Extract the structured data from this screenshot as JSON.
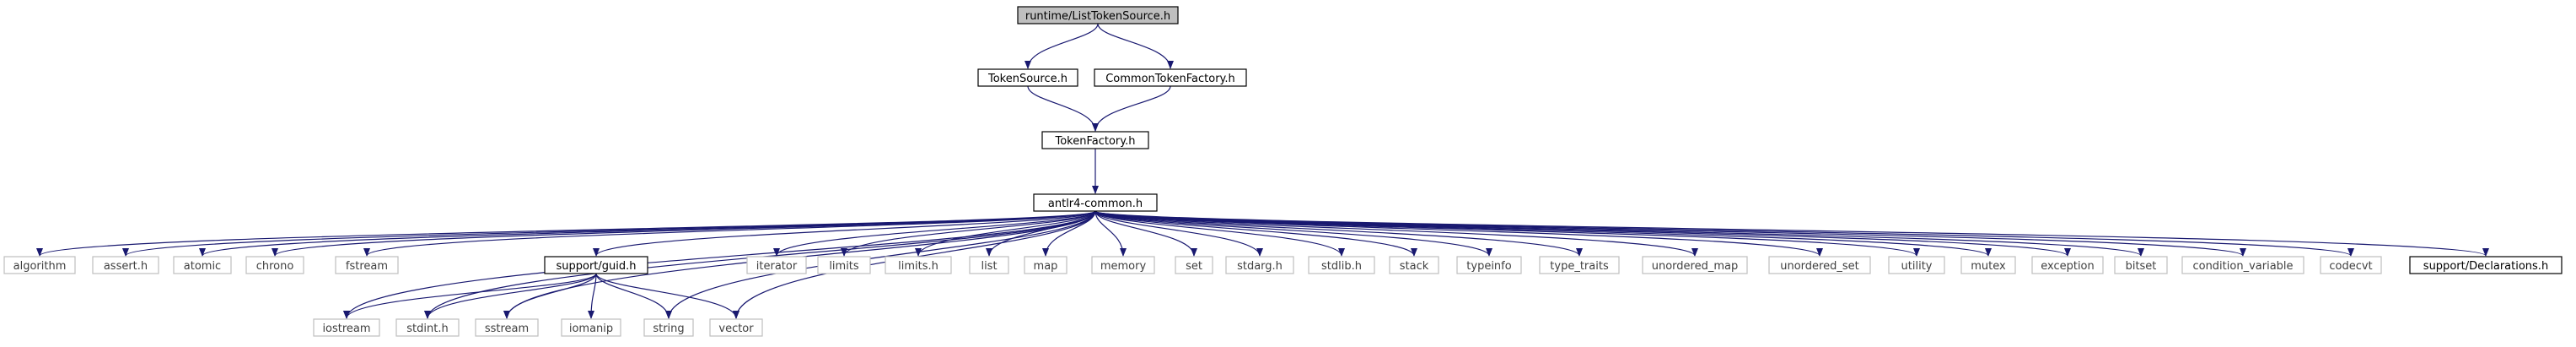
{
  "colors": {
    "edge": "#191970",
    "root_fill": "#bfbfbf",
    "local_border": "#000000",
    "system_border": "#bfbfbf",
    "system_text": "#404040"
  },
  "nodes": [
    {
      "id": "root",
      "label": "runtime/ListTokenSource.h",
      "kind": "root"
    },
    {
      "id": "tokensource",
      "label": "TokenSource.h",
      "kind": "local"
    },
    {
      "id": "commontokenfactory",
      "label": "CommonTokenFactory.h",
      "kind": "local"
    },
    {
      "id": "tokenfactory",
      "label": "TokenFactory.h",
      "kind": "local"
    },
    {
      "id": "antlr4common",
      "label": "antlr4-common.h",
      "kind": "local"
    },
    {
      "id": "algorithm",
      "label": "algorithm",
      "kind": "system"
    },
    {
      "id": "assert",
      "label": "assert.h",
      "kind": "system"
    },
    {
      "id": "atomic",
      "label": "atomic",
      "kind": "system"
    },
    {
      "id": "chrono",
      "label": "chrono",
      "kind": "system"
    },
    {
      "id": "fstream",
      "label": "fstream",
      "kind": "system"
    },
    {
      "id": "guid",
      "label": "support/guid.h",
      "kind": "local"
    },
    {
      "id": "iterator",
      "label": "iterator",
      "kind": "system"
    },
    {
      "id": "limits",
      "label": "limits",
      "kind": "system"
    },
    {
      "id": "limitsh",
      "label": "limits.h",
      "kind": "system"
    },
    {
      "id": "list",
      "label": "list",
      "kind": "system"
    },
    {
      "id": "map",
      "label": "map",
      "kind": "system"
    },
    {
      "id": "memory",
      "label": "memory",
      "kind": "system"
    },
    {
      "id": "set",
      "label": "set",
      "kind": "system"
    },
    {
      "id": "stdarg",
      "label": "stdarg.h",
      "kind": "system"
    },
    {
      "id": "stdlib",
      "label": "stdlib.h",
      "kind": "system"
    },
    {
      "id": "stack",
      "label": "stack",
      "kind": "system"
    },
    {
      "id": "typeinfo",
      "label": "typeinfo",
      "kind": "system"
    },
    {
      "id": "type_traits",
      "label": "type_traits",
      "kind": "system"
    },
    {
      "id": "unordered_map",
      "label": "unordered_map",
      "kind": "system"
    },
    {
      "id": "unordered_set",
      "label": "unordered_set",
      "kind": "system"
    },
    {
      "id": "utility",
      "label": "utility",
      "kind": "system"
    },
    {
      "id": "mutex",
      "label": "mutex",
      "kind": "system"
    },
    {
      "id": "exception",
      "label": "exception",
      "kind": "system"
    },
    {
      "id": "bitset",
      "label": "bitset",
      "kind": "system"
    },
    {
      "id": "condition_variable",
      "label": "condition_variable",
      "kind": "system"
    },
    {
      "id": "codecvt",
      "label": "codecvt",
      "kind": "system"
    },
    {
      "id": "declarations",
      "label": "support/Declarations.h",
      "kind": "local"
    },
    {
      "id": "iostream",
      "label": "iostream",
      "kind": "system"
    },
    {
      "id": "stdint",
      "label": "stdint.h",
      "kind": "system"
    },
    {
      "id": "sstream",
      "label": "sstream",
      "kind": "system"
    },
    {
      "id": "iomanip",
      "label": "iomanip",
      "kind": "system"
    },
    {
      "id": "string",
      "label": "string",
      "kind": "system"
    },
    {
      "id": "vector",
      "label": "vector",
      "kind": "system"
    }
  ],
  "edges": [
    {
      "from": "root",
      "to": "tokensource"
    },
    {
      "from": "root",
      "to": "commontokenfactory"
    },
    {
      "from": "tokensource",
      "to": "tokenfactory"
    },
    {
      "from": "commontokenfactory",
      "to": "tokenfactory"
    },
    {
      "from": "tokenfactory",
      "to": "antlr4common"
    },
    {
      "from": "antlr4common",
      "to": "algorithm"
    },
    {
      "from": "antlr4common",
      "to": "assert"
    },
    {
      "from": "antlr4common",
      "to": "atomic"
    },
    {
      "from": "antlr4common",
      "to": "chrono"
    },
    {
      "from": "antlr4common",
      "to": "fstream"
    },
    {
      "from": "antlr4common",
      "to": "iostream"
    },
    {
      "from": "antlr4common",
      "to": "stdint"
    },
    {
      "from": "antlr4common",
      "to": "sstream"
    },
    {
      "from": "antlr4common",
      "to": "guid"
    },
    {
      "from": "antlr4common",
      "to": "string"
    },
    {
      "from": "antlr4common",
      "to": "vector"
    },
    {
      "from": "antlr4common",
      "to": "iterator"
    },
    {
      "from": "antlr4common",
      "to": "limits"
    },
    {
      "from": "antlr4common",
      "to": "limitsh"
    },
    {
      "from": "antlr4common",
      "to": "list"
    },
    {
      "from": "antlr4common",
      "to": "map"
    },
    {
      "from": "antlr4common",
      "to": "memory"
    },
    {
      "from": "antlr4common",
      "to": "set"
    },
    {
      "from": "antlr4common",
      "to": "stdarg"
    },
    {
      "from": "antlr4common",
      "to": "stdlib"
    },
    {
      "from": "antlr4common",
      "to": "stack"
    },
    {
      "from": "antlr4common",
      "to": "typeinfo"
    },
    {
      "from": "antlr4common",
      "to": "type_traits"
    },
    {
      "from": "antlr4common",
      "to": "unordered_map"
    },
    {
      "from": "antlr4common",
      "to": "unordered_set"
    },
    {
      "from": "antlr4common",
      "to": "utility"
    },
    {
      "from": "antlr4common",
      "to": "mutex"
    },
    {
      "from": "antlr4common",
      "to": "exception"
    },
    {
      "from": "antlr4common",
      "to": "bitset"
    },
    {
      "from": "antlr4common",
      "to": "condition_variable"
    },
    {
      "from": "antlr4common",
      "to": "codecvt"
    },
    {
      "from": "antlr4common",
      "to": "declarations"
    },
    {
      "from": "guid",
      "to": "iostream"
    },
    {
      "from": "guid",
      "to": "stdint"
    },
    {
      "from": "guid",
      "to": "sstream"
    },
    {
      "from": "guid",
      "to": "iomanip"
    },
    {
      "from": "guid",
      "to": "string"
    },
    {
      "from": "guid",
      "to": "vector"
    }
  ]
}
